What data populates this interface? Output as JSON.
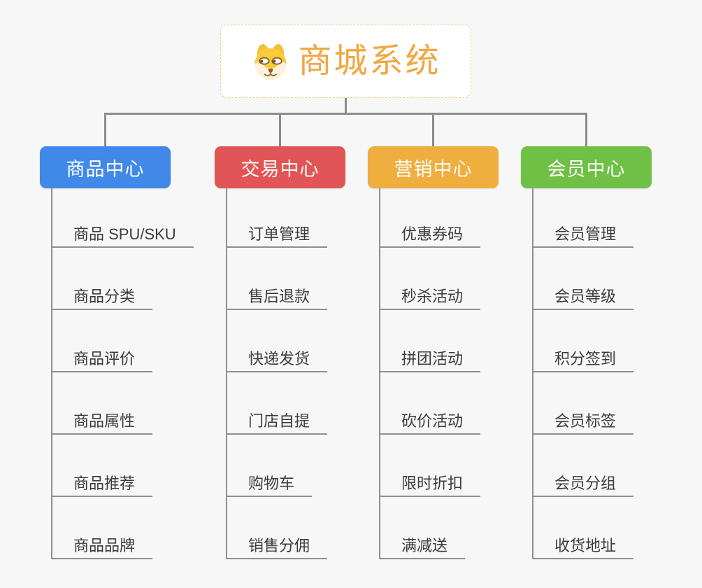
{
  "app": {
    "type": "mind-map"
  },
  "colors": {
    "background": "#f7f7f7",
    "connector": "#8c8c8c",
    "underline": "#8f8f8f",
    "item_text": "#3b3b3b",
    "root_text": "#f0a840",
    "root_border": "#f2c98c",
    "root_background": "#ffffff"
  },
  "root": {
    "label": "商城系统",
    "icon": "shiba-dog-icon"
  },
  "branches": [
    {
      "label": "商品中心",
      "color": "#4189e8",
      "items": [
        "商品 SPU/SKU",
        "商品分类",
        "商品评价",
        "商品属性",
        "商品推荐",
        "商品品牌"
      ]
    },
    {
      "label": "交易中心",
      "color": "#e25556",
      "items": [
        "订单管理",
        "售后退款",
        "快递发货",
        "门店自提",
        "购物车",
        "销售分佣"
      ]
    },
    {
      "label": "营销中心",
      "color": "#efae3d",
      "items": [
        "优惠券码",
        "秒杀活动",
        "拼团活动",
        "砍价活动",
        "限时折扣",
        "满减送"
      ]
    },
    {
      "label": "会员中心",
      "color": "#6fc044",
      "items": [
        "会员管理",
        "会员等级",
        "积分签到",
        "会员标签",
        "会员分组",
        "收货地址"
      ]
    }
  ]
}
